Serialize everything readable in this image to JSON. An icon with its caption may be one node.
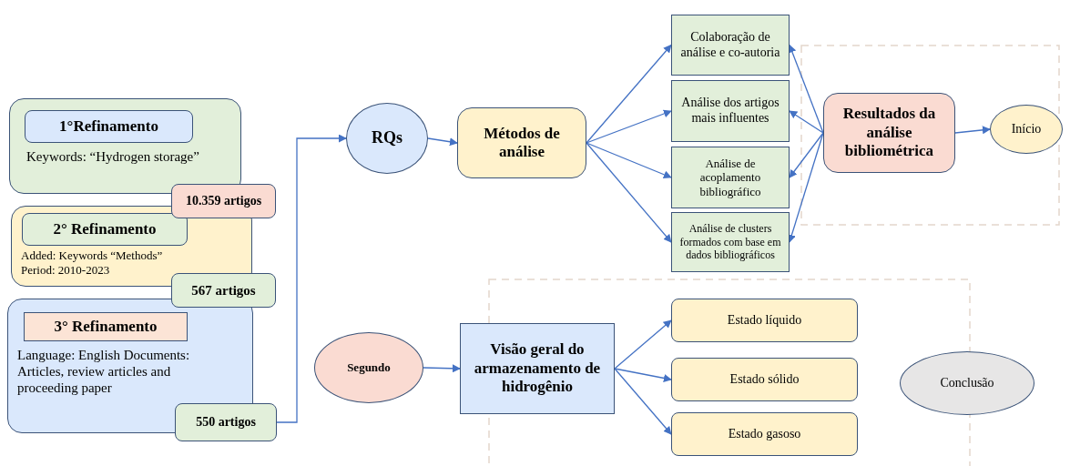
{
  "diagram": {
    "nodes": [
      {
        "text": [
          "Keywords: “Hydrogen storage”"
        ]
      },
      {
        "text": [
          "1°Refinamento"
        ],
        "in": 0
      },
      {
        "text": [
          "10.359 artigos"
        ]
      },
      {
        "text": [
          "Added: Keywords “Methods” Period: 2010-2023"
        ]
      },
      {
        "text": [
          "2° Refinamento"
        ],
        "in": 3
      },
      {
        "text": [
          "567 artigos"
        ]
      },
      {
        "text": [
          "Language: English Documents: Articles, review articles and proceeding paper"
        ]
      },
      {
        "text": [
          "3° Refinamento"
        ],
        "in": 6
      },
      {
        "text": [
          "550 artigos"
        ]
      },
      {
        "text": [
          "RQs"
        ]
      },
      {
        "text": [
          "Métodos de análise"
        ]
      },
      {
        "text": [
          "Colaboração de análise e co-autoria"
        ]
      },
      {
        "text": [
          "Análise dos artigos mais influentes"
        ]
      },
      {
        "text": [
          "Análise de acoplamento bibliográfico"
        ]
      },
      {
        "text": [
          "Análise de clusters formados com base em dados bibliográficos"
        ]
      },
      {
        "text": [
          "Resultados da análise bibliométrica"
        ]
      },
      {
        "text": [
          "Início"
        ]
      },
      {
        "text": [
          "Segundo"
        ]
      },
      {
        "text": [
          "Visão geral do armazenamento de hidrogênio"
        ]
      },
      {
        "text": [
          "Estado líquido"
        ]
      },
      {
        "text": [
          "Estado sólido"
        ]
      },
      {
        "text": [
          "Estado gasoso"
        ]
      },
      {
        "text": [
          "Conclusão"
        ]
      }
    ],
    "edges": [
      {
        "from": 8,
        "to": 9,
        "arrow": "to"
      },
      {
        "from": 9,
        "to": 10,
        "arrow": "to"
      },
      {
        "from": 10,
        "to": 11,
        "arrow": "to"
      },
      {
        "from": 10,
        "to": 12,
        "arrow": "to"
      },
      {
        "from": 10,
        "to": 13,
        "arrow": "to"
      },
      {
        "from": 10,
        "to": 14,
        "arrow": "to"
      },
      {
        "from": 15,
        "to": 11,
        "arrow": "to"
      },
      {
        "from": 15,
        "to": 12,
        "arrow": "to"
      },
      {
        "from": 15,
        "to": 13,
        "arrow": "to"
      },
      {
        "from": 15,
        "to": 14,
        "arrow": "to"
      },
      {
        "from": 15,
        "to": 16,
        "arrow": "to"
      },
      {
        "from": 17,
        "to": 18,
        "arrow": "to"
      },
      {
        "from": 18,
        "to": 19,
        "arrow": "to"
      },
      {
        "from": 18,
        "to": 20,
        "arrow": "to"
      },
      {
        "from": 18,
        "to": 21,
        "arrow": "to"
      }
    ]
  }
}
